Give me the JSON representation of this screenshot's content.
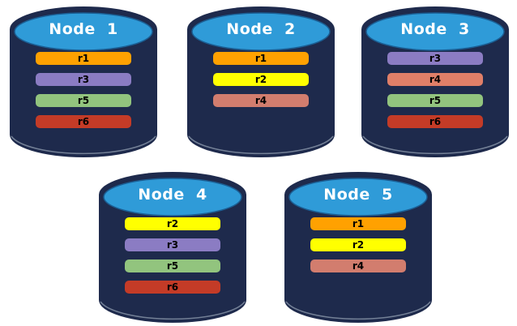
{
  "colors": {
    "background": "#FFFFFF",
    "cylinder-body": "#1E2A4C",
    "cylinder-top": "#2F9BD8",
    "cylinder-top-stroke": "#1B5E93",
    "title-text": "#FFFFFF",
    "bar-text": "#000000"
  },
  "replica_legend": {
    "r1": "#FFA101",
    "r2": "#FFFF00",
    "r3": "#8B7CC3",
    "r4": "#D27D6E",
    "r5": "#92C47E",
    "r6": "#C43B27"
  },
  "nodes": [
    {
      "name": "Node  1",
      "replicas": [
        {
          "label": "r1",
          "color": "#FFA101"
        },
        {
          "label": "r3",
          "color": "#8B7CC3"
        },
        {
          "label": "r5",
          "color": "#92C47E"
        },
        {
          "label": "r6",
          "color": "#C43B27"
        }
      ]
    },
    {
      "name": "Node  2",
      "replicas": [
        {
          "label": "r1",
          "color": "#FFA101"
        },
        {
          "label": "r2",
          "color": "#FFFF00"
        },
        {
          "label": "r4",
          "color": "#D27D6E"
        }
      ]
    },
    {
      "name": "Node  3",
      "replicas": [
        {
          "label": "r3",
          "color": "#8B7CC3"
        },
        {
          "label": "r4",
          "color": "#E07F68"
        },
        {
          "label": "r5",
          "color": "#92C47E"
        },
        {
          "label": "r6",
          "color": "#C43B27"
        }
      ]
    },
    {
      "name": "Node  4",
      "replicas": [
        {
          "label": "r2",
          "color": "#FFFF00"
        },
        {
          "label": "r3",
          "color": "#8B7CC3"
        },
        {
          "label": "r5",
          "color": "#92C47E"
        },
        {
          "label": "r6",
          "color": "#C43B27"
        }
      ]
    },
    {
      "name": "Node  5",
      "replicas": [
        {
          "label": "r1",
          "color": "#FFA101"
        },
        {
          "label": "r2",
          "color": "#FFFF00"
        },
        {
          "label": "r4",
          "color": "#D27D6E"
        }
      ]
    }
  ]
}
